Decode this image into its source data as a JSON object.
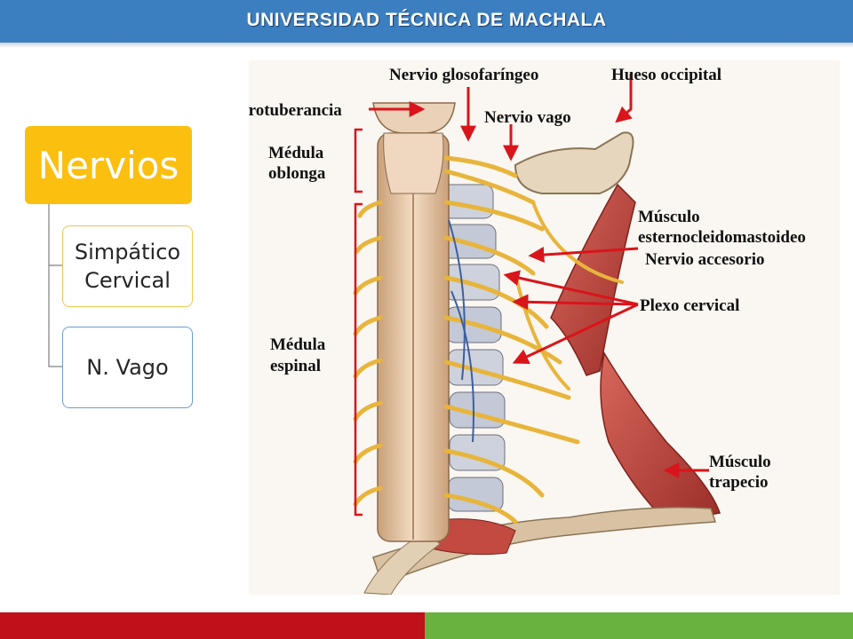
{
  "header": {
    "title": "UNIVERSIDAD TÉCNICA DE MACHALA"
  },
  "hierarchy": {
    "root": "Nervios",
    "children": [
      {
        "line1": "Simpático",
        "line2": "Cervical"
      },
      {
        "line1": "N. Vago"
      }
    ]
  },
  "diagram": {
    "labels": {
      "glosofaringeo": "Nervio glosofaríngeo",
      "occipital": "Hueso occipital",
      "protuberancia": "Protuberancia",
      "vago": "Nervio vago",
      "medula_oblonga_1": "Médula",
      "medula_oblonga_2": "oblonga",
      "musculo_scm_1": "Músculo",
      "musculo_scm_2": "esternocleidomastoideo",
      "accesorio": "Nervio accesorio",
      "plexo": "Plexo cervical",
      "medula_espinal_1": "Médula",
      "medula_espinal_2": "espinal",
      "trapecio_1": "Músculo",
      "trapecio_2": "trapecio"
    }
  },
  "colors": {
    "header": "#3b7fc1",
    "root_box": "#fbbf10",
    "footer_left": "#c0101a",
    "footer_right": "#6ab23f",
    "arrow": "#d9141b",
    "nerve": "#e8b53c",
    "muscle": "#b8413a"
  }
}
